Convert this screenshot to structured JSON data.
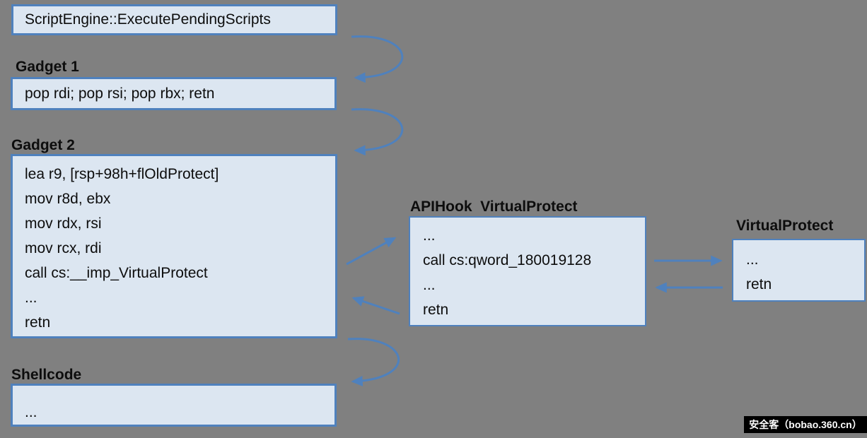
{
  "colors": {
    "background": "#808080",
    "box_fill": "#dce6f1",
    "box_border": "#4f81bd",
    "arrow": "#4f81bd",
    "label_text": "#0d0d0d",
    "code_text": "#0d0d0d",
    "watermark_bg": "#000000",
    "watermark_text": "#ffffff"
  },
  "diagram": {
    "script_engine": {
      "text": "ScriptEngine::ExecutePendingScripts"
    },
    "gadget1": {
      "label": "Gadget 1",
      "lines": [
        "pop rdi; pop rsi; pop rbx; retn"
      ]
    },
    "gadget2": {
      "label": "Gadget 2",
      "lines": [
        "lea r9, [rsp+98h+flOldProtect]",
        "mov r8d, ebx",
        "mov rdx, rsi",
        "mov rcx, rdi",
        "call cs:__imp_VirtualProtect",
        "...",
        "retn"
      ]
    },
    "apihook": {
      "label": "APIHook  VirtualProtect",
      "lines": [
        "...",
        "call cs:qword_180019128",
        "...",
        "retn"
      ]
    },
    "virtualprotect": {
      "label": "VirtualProtect",
      "lines": [
        "...",
        "retn"
      ]
    },
    "shellcode": {
      "label": "Shellcode",
      "lines": [
        "..."
      ]
    }
  },
  "arrows": [
    {
      "name": "scriptengine-to-gadget1",
      "type": "curved-loop"
    },
    {
      "name": "gadget1-to-gadget2",
      "type": "curved-loop"
    },
    {
      "name": "gadget2-to-apihook",
      "type": "straight"
    },
    {
      "name": "apihook-to-gadget2",
      "type": "straight"
    },
    {
      "name": "apihook-to-virtualprotect",
      "type": "straight"
    },
    {
      "name": "virtualprotect-to-apihook",
      "type": "straight"
    },
    {
      "name": "gadget2-to-shellcode",
      "type": "curved-loop"
    }
  ],
  "watermark": {
    "text": "安全客（bobao.360.cn）"
  }
}
